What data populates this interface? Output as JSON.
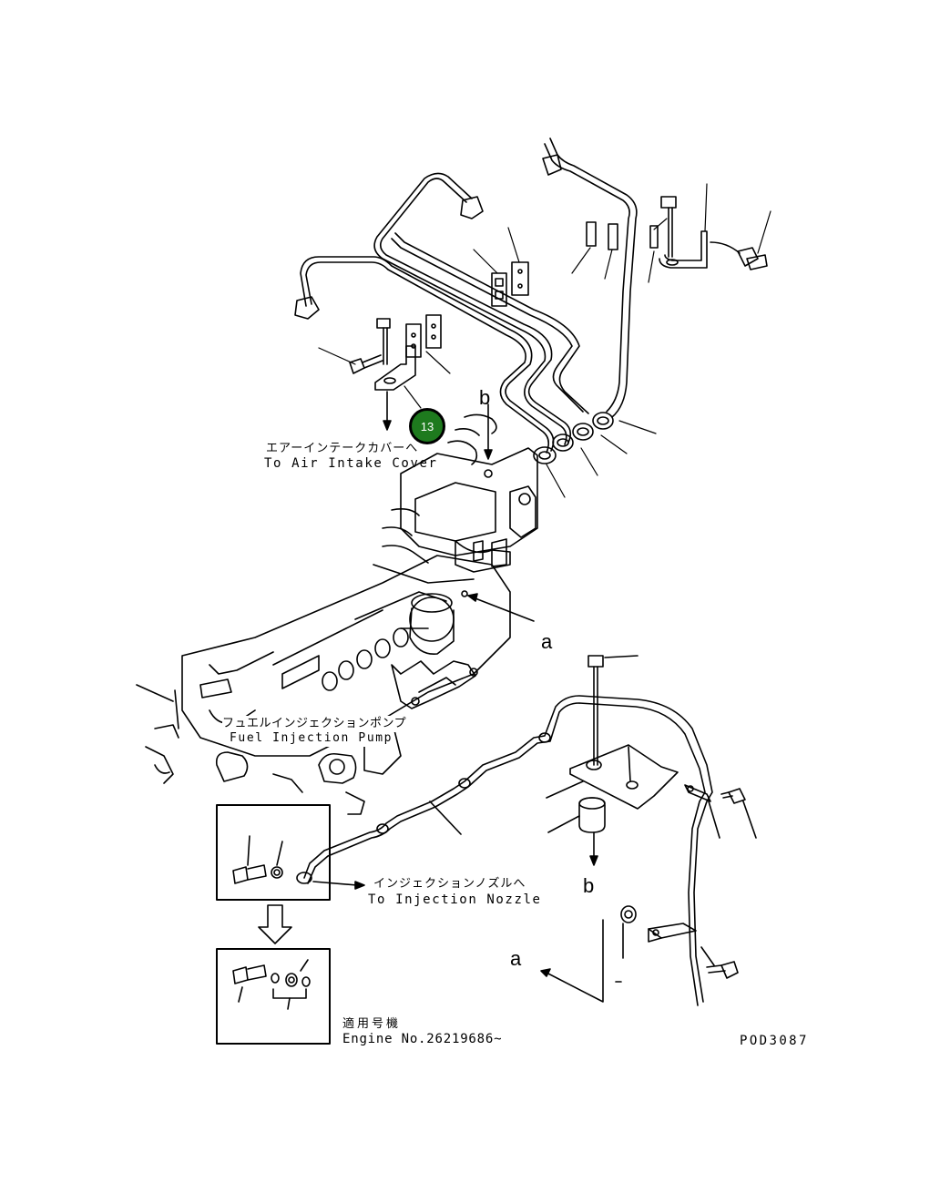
{
  "diagram": {
    "part_callout": {
      "number": "13",
      "color": "#1e7a1e"
    },
    "labels": {
      "air_intake_jp": "エアーインテークカバーへ",
      "air_intake_en": "To Air Intake Cover",
      "pump_jp": "フュエルインジェクションポンプ",
      "pump_en": "Fuel Injection Pump",
      "nozzle_jp": "インジェクションノズルへ",
      "nozzle_en": "To Injection Nozzle",
      "applicable_jp": "適用号機",
      "engine_no": "Engine No.26219686~",
      "drawing_code": "POD3087"
    },
    "letters": {
      "b_top": "b",
      "a_mid": "a",
      "b_bottom": "b",
      "a_bottom": "a"
    }
  }
}
